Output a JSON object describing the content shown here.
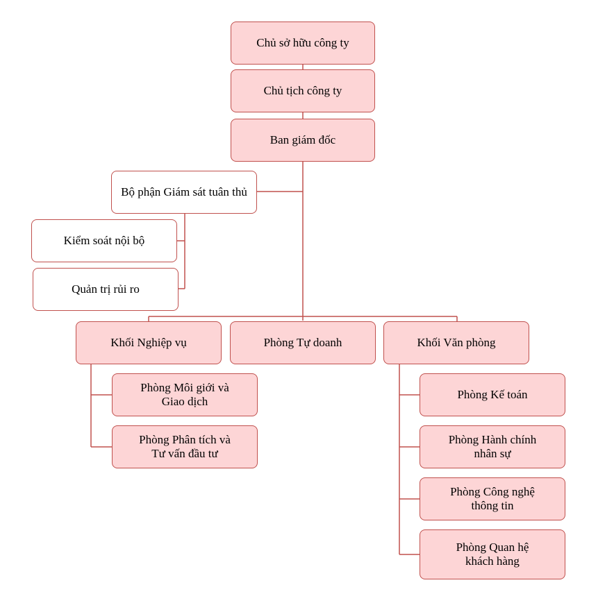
{
  "colors": {
    "border": "#c0504d",
    "fill": "#fdd5d6",
    "connector": "#c0504d"
  },
  "top": {
    "owner": "Chủ sở hữu công ty",
    "chairman": "Chủ tịch công ty",
    "board": "Ban giám đốc"
  },
  "compliance": {
    "dept": "Bộ phận Giám sát tuân thủ",
    "internal_control": "Kiểm soát nội bộ",
    "risk": "Quản trị rủi ro"
  },
  "divisions": {
    "business": "Khối Nghiệp vụ",
    "proprietary": "Phòng Tự doanh",
    "office": "Khối Văn phòng"
  },
  "business_units": [
    [
      "Phòng Môi giới và",
      "Giao dịch"
    ],
    [
      "Phòng Phân tích và",
      "Tư vấn đầu tư"
    ]
  ],
  "office_units": [
    [
      "Phòng Kế toán"
    ],
    [
      "Phòng Hành chính",
      "nhân sự"
    ],
    [
      "Phòng Công nghệ",
      "thông tin"
    ],
    [
      "Phòng Quan hệ",
      "khách hàng"
    ]
  ]
}
